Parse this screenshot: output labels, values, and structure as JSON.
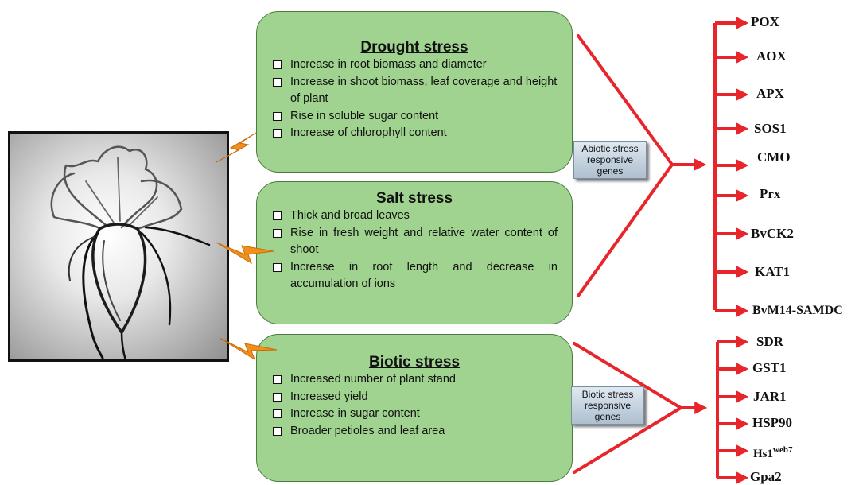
{
  "drought": {
    "title": "Drought stress",
    "items": [
      "Increase in root biomass and diameter",
      "Increase in shoot biomass, leaf coverage and height of plant",
      "Rise in soluble sugar content",
      "Increase of chlorophyll content"
    ]
  },
  "salt": {
    "title": "Salt stress",
    "items": [
      "Thick and broad leaves",
      "Rise in fresh weight and relative water content of shoot",
      "Increase in root length and decrease in accumulation of ions"
    ]
  },
  "biotic": {
    "title": "Biotic stress",
    "items": [
      "Increased number of plant stand",
      "Increased yield",
      "Increase in sugar content",
      "Broader petioles and leaf area"
    ]
  },
  "labels": {
    "abiotic": "Abiotic stress responsive genes",
    "biotic": "Biotic stress responsive genes"
  },
  "abiotic_genes": [
    "POX",
    "AOX",
    "APX",
    "SOS1",
    "CMO",
    "Prx",
    "BvCK2",
    "KAT1",
    "BvM14-SAMDC"
  ],
  "biotic_genes": [
    "SDR",
    "GST1",
    "JAR1",
    "HSP90",
    "Hs1",
    "Gpa2"
  ],
  "hs1_superscript": "web7",
  "colors": {
    "box_fill": "#9fd38f",
    "arrow_red": "#e8252a",
    "bolt_orange": "#f0901c"
  }
}
